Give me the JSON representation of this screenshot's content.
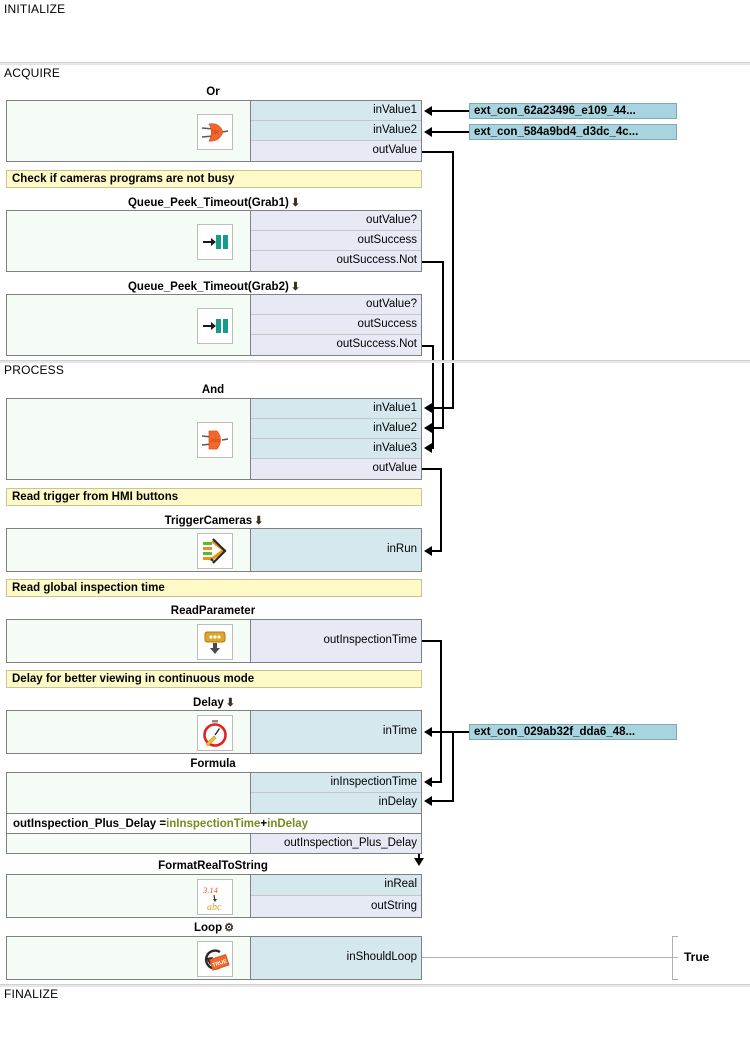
{
  "sections": [
    {
      "label": "INITIALIZE"
    },
    {
      "label": "ACQUIRE"
    },
    {
      "label": "PROCESS"
    },
    {
      "label": "FINALIZE"
    }
  ],
  "blocks": [
    {
      "id": "or",
      "title": "Or",
      "marker": "",
      "icon": "or-gate-icon",
      "ports": [
        {
          "name": "inValue1",
          "kind": "in"
        },
        {
          "name": "inValue2",
          "kind": "in"
        },
        {
          "name": "outValue",
          "kind": "out"
        }
      ]
    },
    {
      "id": "queue_peek_grab1",
      "title": "Queue_Peek_Timeout(Grab1)",
      "marker": "⬇",
      "icon": "queue-peek-icon",
      "ports": [
        {
          "name": "outValue?",
          "kind": "out"
        },
        {
          "name": "outSuccess",
          "kind": "out"
        },
        {
          "name": "outSuccess.Not",
          "kind": "out"
        }
      ]
    },
    {
      "id": "queue_peek_grab2",
      "title": "Queue_Peek_Timeout(Grab2)",
      "marker": "⬇",
      "icon": "queue-peek-icon",
      "ports": [
        {
          "name": "outValue?",
          "kind": "out"
        },
        {
          "name": "outSuccess",
          "kind": "out"
        },
        {
          "name": "outSuccess.Not",
          "kind": "out"
        }
      ]
    },
    {
      "id": "and",
      "title": "And",
      "marker": "",
      "icon": "and-gate-icon",
      "ports": [
        {
          "name": "inValue1",
          "kind": "in"
        },
        {
          "name": "inValue2",
          "kind": "in"
        },
        {
          "name": "inValue3",
          "kind": "in"
        },
        {
          "name": "outValue",
          "kind": "out"
        }
      ]
    },
    {
      "id": "triggercameras",
      "title": "TriggerCameras",
      "marker": "⬇",
      "icon": "trigger-cameras-icon",
      "ports": [
        {
          "name": "inRun",
          "kind": "in"
        }
      ]
    },
    {
      "id": "readparameter",
      "title": "ReadParameter",
      "marker": "",
      "icon": "read-parameter-icon",
      "ports": [
        {
          "name": "outInspectionTime",
          "kind": "out"
        }
      ]
    },
    {
      "id": "delay",
      "title": "Delay",
      "marker": "⬇",
      "icon": "stopwatch-icon",
      "ports": [
        {
          "name": "inTime",
          "kind": "in"
        }
      ]
    },
    {
      "id": "formula",
      "title": "Formula",
      "marker": "",
      "icon": "",
      "ports": [
        {
          "name": "inInspectionTime",
          "kind": "in"
        },
        {
          "name": "inDelay",
          "kind": "in"
        },
        {
          "name": "outInspection_Plus_Delay",
          "kind": "plainout"
        }
      ],
      "expression": {
        "lhs": "outInspection_Plus_Delay = ",
        "operand1": "inInspectionTime",
        "operator": "+",
        "operand2": "inDelay"
      }
    },
    {
      "id": "formatrealtostring",
      "title": "FormatRealToString",
      "marker": "",
      "icon": "real-to-string-icon",
      "ports": [
        {
          "name": "inReal",
          "kind": "in"
        },
        {
          "name": "outString",
          "kind": "out"
        }
      ]
    },
    {
      "id": "loop",
      "title": "Loop",
      "marker": "⚙",
      "icon": "loop-icon",
      "ports": [
        {
          "name": "inShouldLoop",
          "kind": "in"
        }
      ]
    }
  ],
  "comments": [
    {
      "text": "Check if cameras programs are not busy"
    },
    {
      "text": "Read trigger from HMI buttons"
    },
    {
      "text": "Read global inspection time"
    },
    {
      "text": "Delay for better viewing in continuous mode"
    }
  ],
  "external_connections": [
    {
      "label": "ext_con_62a23496_e109_44..."
    },
    {
      "label": "ext_con_584a9bd4_d3dc_4c..."
    },
    {
      "label": "ext_con_029ab32f_dda6_48..."
    }
  ],
  "loop_value": "True",
  "colors": {
    "input_port": "#d4e8ee",
    "output_port": "#e7e9f5",
    "block_background": "#f5fbf5",
    "comment_background": "#fdfac8",
    "extcon_background": "#a8d4e0",
    "expression_text": "#7a8a21",
    "section_rule": "#e8e8e8"
  }
}
